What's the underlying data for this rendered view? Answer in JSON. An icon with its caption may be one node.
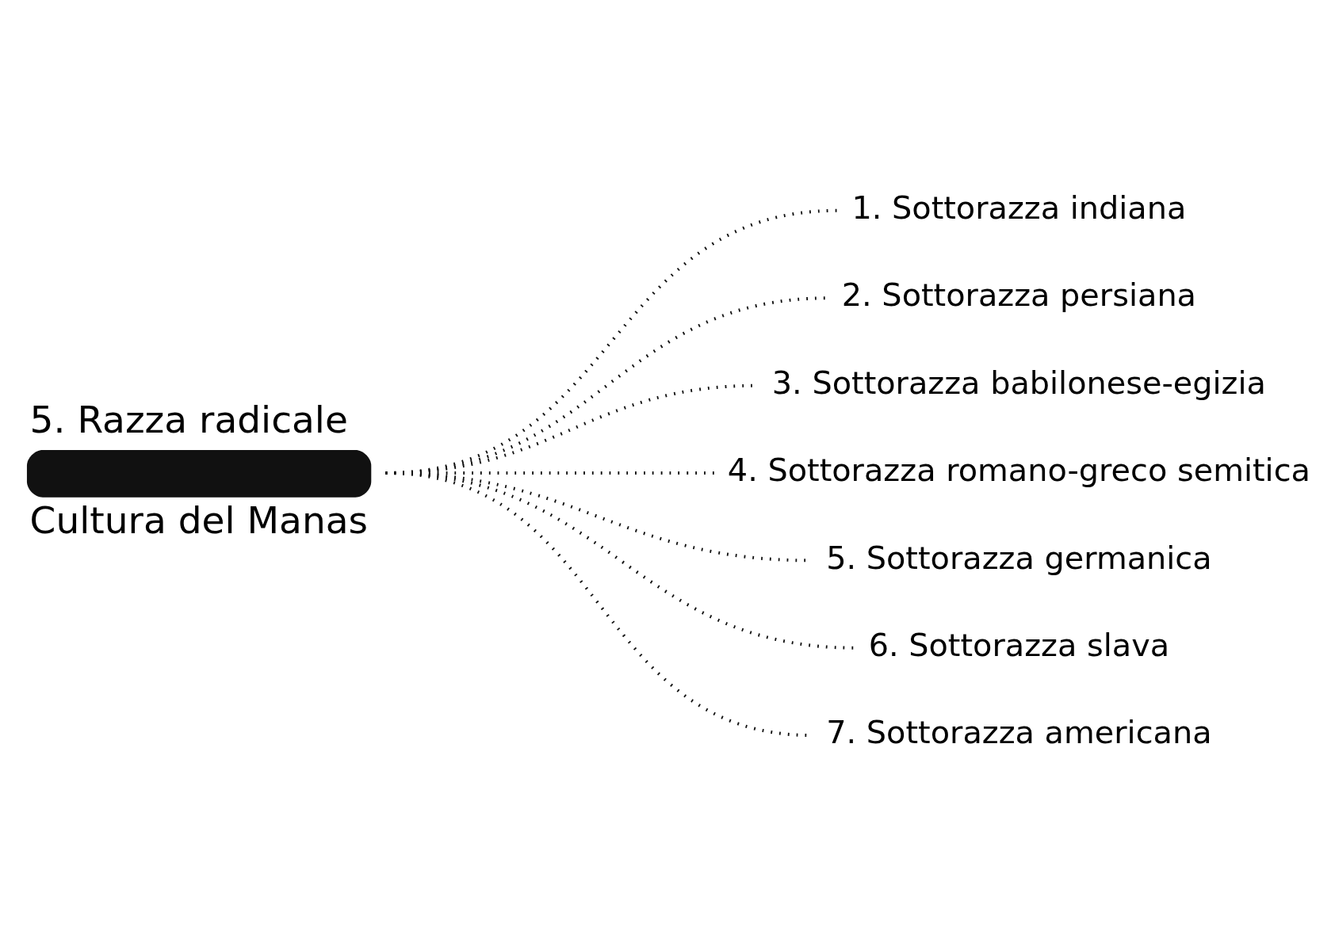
{
  "diagram": {
    "nodes": [
      {
        "text": [
          "5. Razza radicale",
          "Cultura del Manas"
        ]
      },
      {
        "text": [
          "1. Sottorazza indiana"
        ]
      },
      {
        "text": [
          "2. Sottorazza persiana"
        ]
      },
      {
        "text": [
          "3. Sottorazza babilonese-egizia"
        ]
      },
      {
        "text": [
          "4. Sottorazza romano-greco semitica"
        ]
      },
      {
        "text": [
          "5. Sottorazza germanica"
        ]
      },
      {
        "text": [
          "6. Sottorazza slava"
        ]
      },
      {
        "text": [
          "7. Sottorazza americana"
        ]
      }
    ],
    "edges": [
      {
        "from": 0,
        "to": 1,
        "arrow": "none"
      },
      {
        "from": 0,
        "to": 2,
        "arrow": "none"
      },
      {
        "from": 0,
        "to": 3,
        "arrow": "none"
      },
      {
        "from": 0,
        "to": 4,
        "arrow": "none"
      },
      {
        "from": 0,
        "to": 5,
        "arrow": "none"
      },
      {
        "from": 0,
        "to": 6,
        "arrow": "none"
      },
      {
        "from": 0,
        "to": 7,
        "arrow": "none"
      }
    ]
  }
}
